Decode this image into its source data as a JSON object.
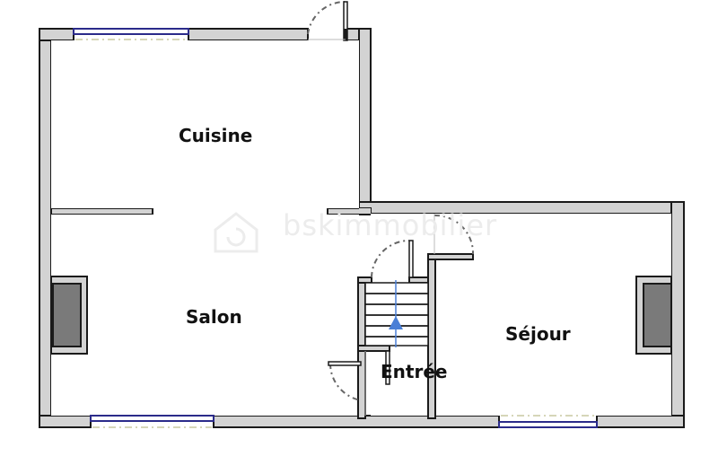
{
  "plan": {
    "rooms": [
      {
        "id": "cuisine",
        "label": "Cuisine"
      },
      {
        "id": "salon",
        "label": "Salon"
      },
      {
        "id": "sejour",
        "label": "Séjour"
      },
      {
        "id": "entree",
        "label": "Entrée"
      }
    ],
    "watermark": "bskimmobilier",
    "colors": {
      "wall_fill": "#d3d3d3",
      "wall_stroke": "#1a1a1a",
      "chimney_fill": "#7a7a7a",
      "window_frame": "#2b2b8a",
      "stair_arrow": "#4a7fd6"
    }
  }
}
